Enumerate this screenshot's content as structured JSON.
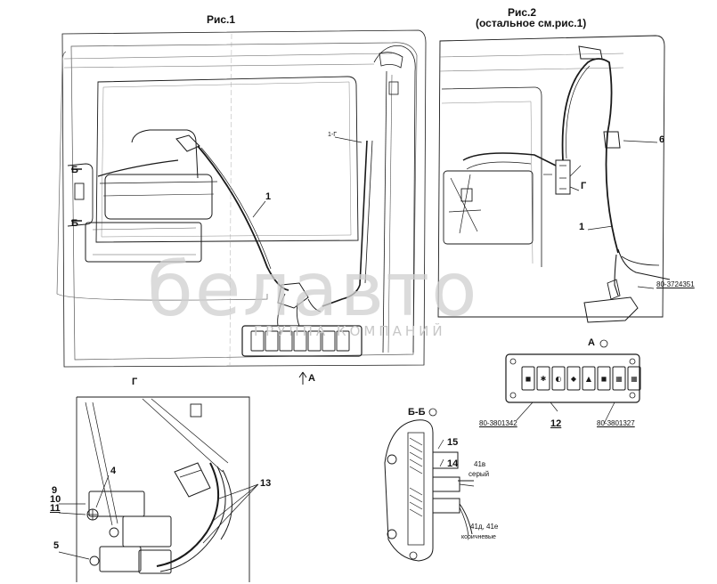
{
  "figures": {
    "fig1_title": "Рис.1",
    "fig2_title": "Рис.2",
    "fig2_subtitle": "(остальное см.рис.1)"
  },
  "views": {
    "view_A": "А",
    "view_G": "Г",
    "view_BB": "Б-Б",
    "section_B": "Б"
  },
  "callouts": {
    "c1": "1",
    "c1g": "1-Г",
    "c4": "4",
    "c5": "5",
    "c6": "6",
    "c9": "9",
    "c10": "10",
    "c11": "11",
    "c12": "12",
    "c13": "13",
    "c14": "14",
    "c15": "15"
  },
  "part_numbers": {
    "p3724351": "80-3724351",
    "p3801342": "80-3801342",
    "p3801327": "80-3801327"
  },
  "wires": {
    "w41v": "41в",
    "w41v_color": "серый",
    "w41de": "41д, 41е",
    "w41de_color": "коричневые"
  },
  "watermark": {
    "brand": "белавто",
    "group": "ГРУППА КОМПАНИЙ"
  },
  "switch_panel": {
    "switch_count": 8,
    "symbols": [
      "◼",
      "✱",
      "◐",
      "◆",
      "▲",
      "◼",
      "▦",
      "▦"
    ]
  },
  "colors": {
    "ink": "#1a1a1a",
    "light_ink": "#8a8a8a",
    "watermark": "#cfcfcf"
  }
}
